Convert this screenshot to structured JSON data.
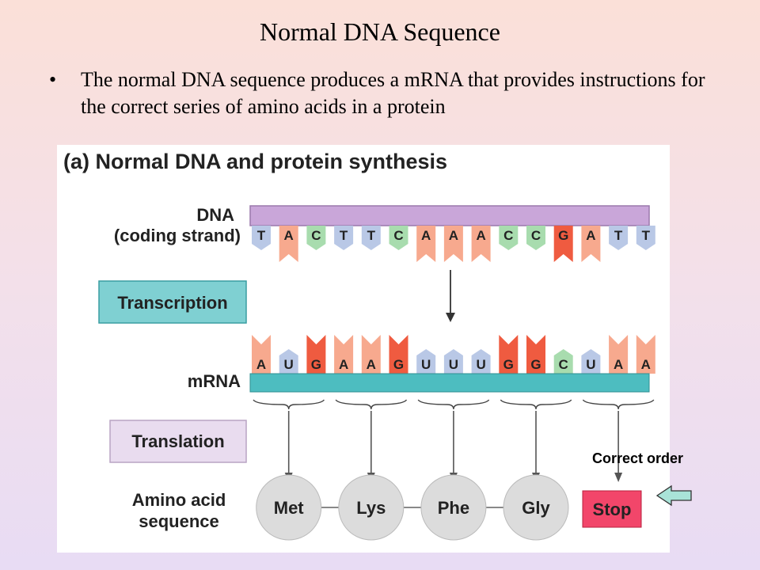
{
  "slide": {
    "title": "Normal DNA Sequence",
    "bullet_symbol": "•",
    "bullet_text": "The normal DNA sequence produces a mRNA that provides instructions for the correct series of amino acids in a protein"
  },
  "figure": {
    "heading": "(a) Normal DNA and protein synthesis",
    "dna_label_line1": "DNA",
    "dna_label_line2": "(coding strand)",
    "dna_bases": [
      "T",
      "A",
      "C",
      "T",
      "T",
      "C",
      "A",
      "A",
      "A",
      "C",
      "C",
      "G",
      "A",
      "T",
      "T"
    ],
    "transcription_label": "Transcription",
    "mrna_bases": [
      "A",
      "U",
      "G",
      "A",
      "A",
      "G",
      "U",
      "U",
      "U",
      "G",
      "G",
      "C",
      "U",
      "A",
      "A"
    ],
    "mrna_label": "mRNA",
    "translation_label": "Translation",
    "amino_label_line1": "Amino acid",
    "amino_label_line2": "sequence",
    "amino_acids": [
      "Met",
      "Lys",
      "Phe",
      "Gly"
    ],
    "stop_label": "Stop",
    "colors": {
      "A": "#f7a98e",
      "T": "#b9c8e6",
      "U": "#b9c8e6",
      "C": "#a8dcae",
      "G": "#ef5b40",
      "dna_strand": "#c9a6d9",
      "mrna_strand": "#4dbdc0",
      "transcription_box": "#7fd0d2",
      "translation_box": "#e9dcef",
      "amino_circle": "#dcdcdc",
      "stop_box": "#f2466a"
    }
  },
  "annotation": {
    "text": "Correct order",
    "arrow_color": "#a9e3d8"
  }
}
